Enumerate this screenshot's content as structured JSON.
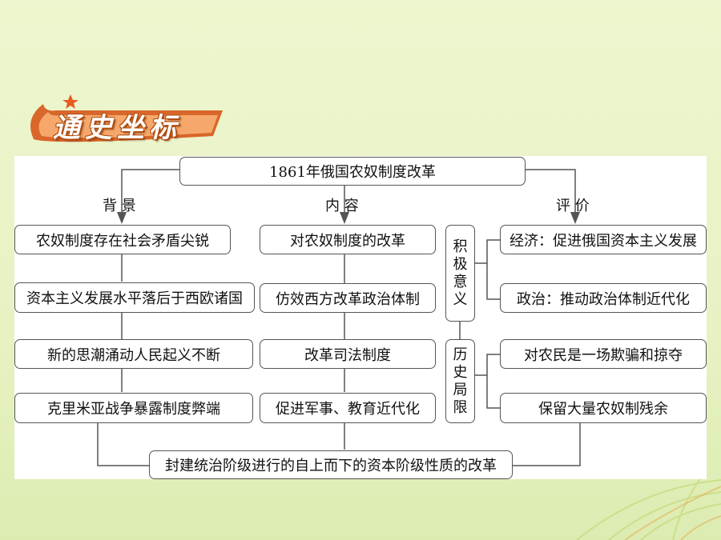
{
  "section_title": "通史坐标",
  "root": "1861年俄国农奴制度改革",
  "branches": {
    "background": {
      "label": "背 景",
      "items": [
        "农奴制度存在社会矛盾尖锐",
        "资本主义发展水平落后于西欧诸国",
        "新的思潮涌动人民起义不断",
        "克里米亚战争暴露制度弊端"
      ]
    },
    "content": {
      "label": "内 容",
      "items": [
        "对农奴制度的改革",
        "仿效西方改革政治体制",
        "改革司法制度",
        "促进军事、教育近代化"
      ]
    },
    "evaluation": {
      "label": "评 价",
      "positive": {
        "label": [
          "积",
          "极",
          "意",
          "义"
        ],
        "items": [
          "经济：促进俄国资本主义发展",
          "政治：推动政治体制近代化"
        ]
      },
      "limits": {
        "label": [
          "历",
          "史",
          "局",
          "限"
        ],
        "items": [
          "对农民是一场欺骗和掠夺",
          "保留大量农奴制残余"
        ]
      }
    }
  },
  "conclusion": "封建统治阶级进行的自上而下的资本阶级性质的改革",
  "colors": {
    "title_stroke": "#b14d10",
    "swoosh": "#d9662a",
    "star": "#e65c1e",
    "line": "#555555"
  }
}
